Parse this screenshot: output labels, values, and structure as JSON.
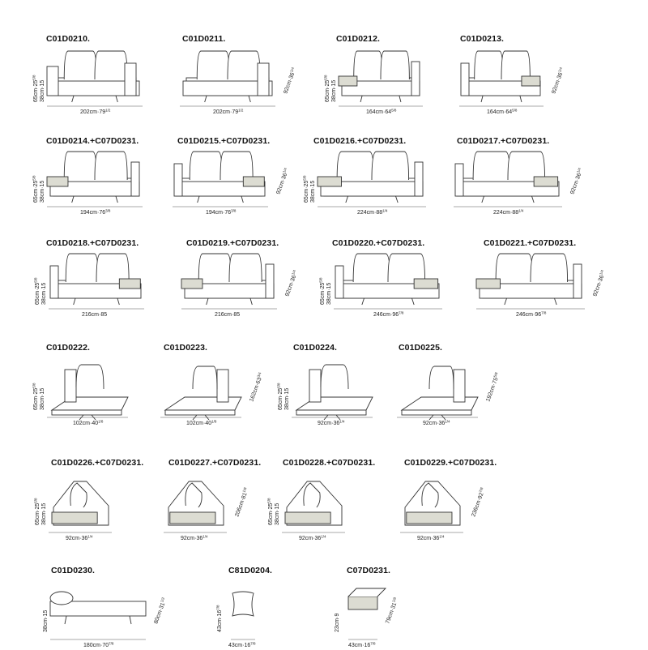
{
  "items": [
    {
      "code": "C01D0210.",
      "height": "65cm·25",
      "height_frac": "5/8",
      "seat": "38cm·15",
      "width": "202cm·79",
      "width_frac": "1/2",
      "depth": ""
    },
    {
      "code": "C01D0211.",
      "height": "",
      "height_frac": "",
      "seat": "",
      "width": "202cm·79",
      "width_frac": "1/2",
      "depth": "92cm·36",
      "depth_frac": "1/4"
    },
    {
      "code": "C01D0212.",
      "height": "65cm·25",
      "height_frac": "5/8",
      "seat": "38cm·15",
      "width": "164cm·64",
      "width_frac": "5/8",
      "depth": ""
    },
    {
      "code": "C01D0213.",
      "height": "",
      "height_frac": "",
      "seat": "",
      "width": "164cm·64",
      "width_frac": "5/8",
      "depth": "92cm·36",
      "depth_frac": "1/4"
    },
    {
      "code": "C01D0214.+C07D0231.",
      "height": "65cm·25",
      "height_frac": "5/8",
      "seat": "38cm·15",
      "width": "194cm·76",
      "width_frac": "3/8",
      "depth": ""
    },
    {
      "code": "C01D0215.+C07D0231.",
      "height": "",
      "height_frac": "",
      "seat": "",
      "width": "194cm·76",
      "width_frac": "3/8",
      "depth": "92cm·36",
      "depth_frac": "1/4"
    },
    {
      "code": "C01D0216.+C07D0231.",
      "height": "65cm·25",
      "height_frac": "5/8",
      "seat": "38cm·15",
      "width": "224cm·88",
      "width_frac": "1/4",
      "depth": ""
    },
    {
      "code": "C01D0217.+C07D0231.",
      "height": "",
      "height_frac": "",
      "seat": "",
      "width": "224cm·88",
      "width_frac": "1/4",
      "depth": "92cm·36",
      "depth_frac": "1/4"
    },
    {
      "code": "C01D0218.+C07D0231.",
      "height": "65cm·25",
      "height_frac": "5/8",
      "seat": "38cm·15",
      "width": "216cm·85",
      "width_frac": "",
      "depth": ""
    },
    {
      "code": "C01D0219.+C07D0231.",
      "height": "",
      "height_frac": "",
      "seat": "",
      "width": "216cm·85",
      "width_frac": "",
      "depth": "92cm·36",
      "depth_frac": "1/4"
    },
    {
      "code": "C01D0220.+C07D0231.",
      "height": "65cm·25",
      "height_frac": "5/8",
      "seat": "38cm·15",
      "width": "246cm·96",
      "width_frac": "7/8",
      "depth": ""
    },
    {
      "code": "C01D0221.+C07D0231.",
      "height": "",
      "height_frac": "",
      "seat": "",
      "width": "246cm·96",
      "width_frac": "7/8",
      "depth": "92cm·36",
      "depth_frac": "1/4"
    },
    {
      "code": "C01D0222.",
      "height": "65cm·25",
      "height_frac": "5/8",
      "seat": "38cm·15",
      "width": "102cm·40",
      "width_frac": "1/8",
      "depth": ""
    },
    {
      "code": "C01D0223.",
      "height": "",
      "height_frac": "",
      "seat": "",
      "width": "102cm·40",
      "width_frac": "1/8",
      "depth": "162cm·63",
      "depth_frac": "3/4"
    },
    {
      "code": "C01D0224.",
      "height": "65cm·25",
      "height_frac": "5/8",
      "seat": "38cm·15",
      "width": "92cm·36",
      "width_frac": "1/4",
      "depth": ""
    },
    {
      "code": "C01D0225.",
      "height": "",
      "height_frac": "",
      "seat": "",
      "width": "92cm·36",
      "width_frac": "1/4",
      "depth": "192cm·75",
      "depth_frac": "5/8"
    },
    {
      "code": "C01D0226.+C07D0231.",
      "height": "65cm·25",
      "height_frac": "5/8",
      "seat": "38cm·15",
      "width": "92cm·36",
      "width_frac": "1/4",
      "depth": ""
    },
    {
      "code": "C01D0227.+C07D0231.",
      "height": "",
      "height_frac": "",
      "seat": "",
      "width": "92cm·36",
      "width_frac": "1/4",
      "depth": "206cm·81",
      "depth_frac": "1/8"
    },
    {
      "code": "C01D0228.+C07D0231.",
      "height": "65cm·25",
      "height_frac": "5/8",
      "seat": "38cm·15",
      "width": "92cm·36",
      "width_frac": "1/4",
      "depth": ""
    },
    {
      "code": "C01D0229.+C07D0231.",
      "height": "",
      "height_frac": "",
      "seat": "",
      "width": "92cm·36",
      "width_frac": "1/4",
      "depth": "236cm·92",
      "depth_frac": "7/8"
    },
    {
      "code": "C01D0230.",
      "height": "",
      "height_frac": "",
      "seat": "38cm·15",
      "width": "180cm·70",
      "width_frac": "7/8",
      "depth": "80cm·31",
      "depth_frac": "1/2"
    },
    {
      "code": "C81D0204.",
      "height": "43cm·16",
      "height_frac": "7/8",
      "seat": "",
      "width": "43cm·16",
      "width_frac": "7/8",
      "depth": ""
    },
    {
      "code": "C07D0231.",
      "height": "23cm·9",
      "height_frac": "",
      "seat": "",
      "width": "43cm·16",
      "width_frac": "7/8",
      "depth": "79cm·31",
      "depth_frac": "1/8"
    }
  ]
}
